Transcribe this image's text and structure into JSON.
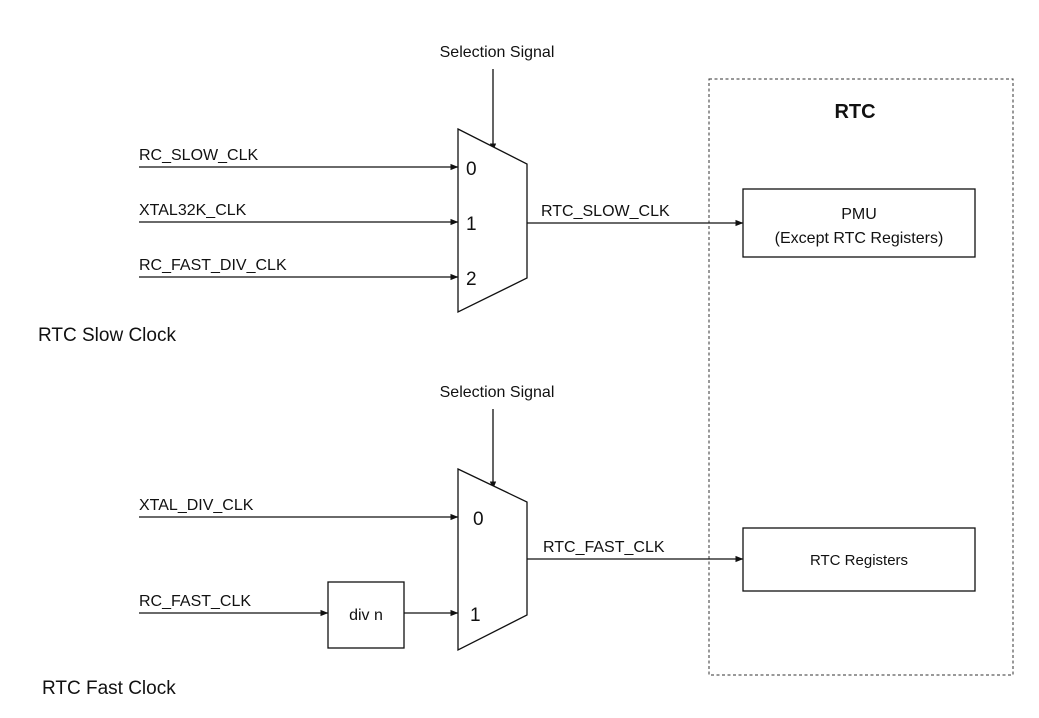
{
  "slow": {
    "selection_signal": "Selection Signal",
    "inputs": [
      "RC_SLOW_CLK",
      "XTAL32K_CLK",
      "RC_FAST_DIV_CLK"
    ],
    "ports": [
      "0",
      "1",
      "2"
    ],
    "output": "RTC_SLOW_CLK",
    "section_title": "RTC Slow Clock"
  },
  "fast": {
    "selection_signal": "Selection Signal",
    "inputs": [
      "XTAL_DIV_CLK",
      "RC_FAST_CLK"
    ],
    "ports": [
      "0",
      "1"
    ],
    "divider": "div n",
    "output": "RTC_FAST_CLK",
    "section_title": "RTC Fast Clock"
  },
  "rtc": {
    "title": "RTC",
    "pmu_line1": "PMU",
    "pmu_line2": "(Except RTC Registers)",
    "registers": "RTC Registers"
  }
}
